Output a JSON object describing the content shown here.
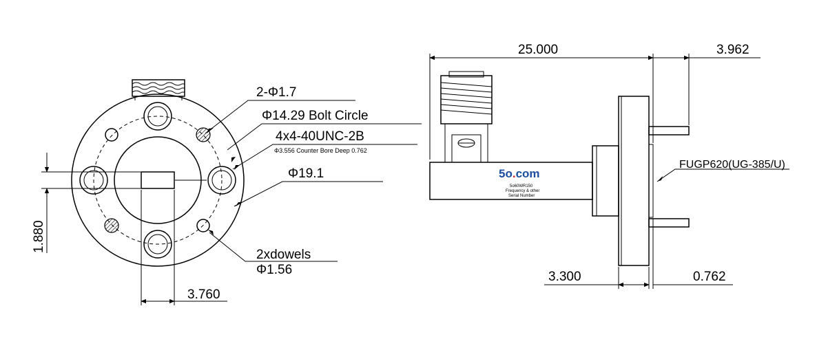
{
  "front_view": {
    "labels": {
      "holes": "2-Φ1.7",
      "bolt_circle": "Φ14.29 Bolt Circle",
      "thread": "4x4-40UNC-2B",
      "counter_bore": "Φ3.556 Counter Bore Deep 0.762",
      "diameter": "Φ19.1",
      "dowels": "2xdowels",
      "dowel_diameter": "Φ1.56"
    },
    "dimensions": {
      "height": "1.880",
      "width": "3.760"
    }
  },
  "side_view": {
    "dimensions": {
      "length": "25.000",
      "flange_extension": "3.962",
      "flange_thickness": "3.300",
      "flange_step": "0.762"
    },
    "flange_label": "FUGP620(UG-385/U)",
    "body_text": {
      "logo_main": "5o",
      "logo_dot": ".",
      "logo_com": "com",
      "model": "5o60WR150",
      "line2": "Frequency & other",
      "line3": "Serial Number"
    }
  },
  "colors": {
    "line": "#000000",
    "logo_blue": "#1a4fa0",
    "logo_red": "#d02020"
  }
}
